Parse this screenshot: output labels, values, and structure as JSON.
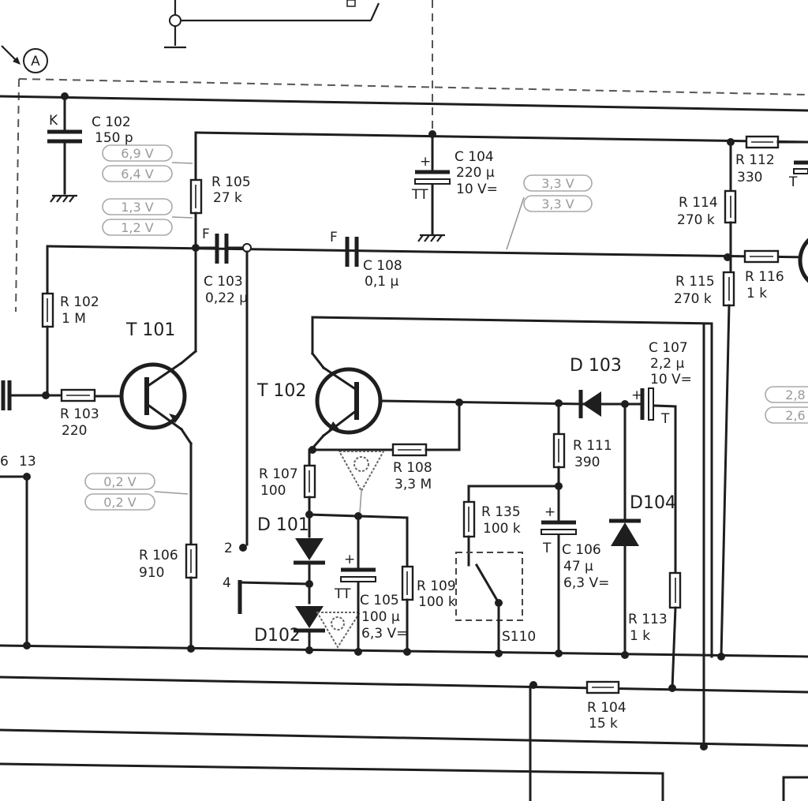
{
  "diagram": {
    "marker": "A",
    "components": {
      "C102": {
        "name": "C 102",
        "value": "150 p",
        "tag": "K"
      },
      "C103": {
        "name": "C 103",
        "value": "0,22 μ",
        "tag": "F"
      },
      "C104": {
        "name": "C 104",
        "value": "220 μ",
        "rating": "10 V=",
        "tag": "TT"
      },
      "C105": {
        "name": "C 105",
        "value": "100 μ",
        "rating": "6,3 V=",
        "tag": "TT"
      },
      "C106": {
        "name": "C 106",
        "value": "47 μ",
        "rating": "6,3 V=",
        "tag": "T"
      },
      "C107": {
        "name": "C 107",
        "value": "2,2 μ",
        "rating": "10 V=",
        "tag": "T"
      },
      "C108": {
        "name": "C 108",
        "value": "0,1 μ",
        "tag": "F"
      },
      "R102": {
        "name": "R 102",
        "value": "1 M"
      },
      "R103": {
        "name": "R 103",
        "value": "220"
      },
      "R104": {
        "name": "R 104",
        "value": "15 k"
      },
      "R105": {
        "name": "R 105",
        "value": "27 k"
      },
      "R106": {
        "name": "R 106",
        "value": "910"
      },
      "R107": {
        "name": "R 107",
        "value": "100"
      },
      "R108": {
        "name": "R 108",
        "value": "3,3 M"
      },
      "R109": {
        "name": "R 109",
        "value": "100 k"
      },
      "R111": {
        "name": "R 111",
        "value": "390"
      },
      "R112": {
        "name": "R 112",
        "value": "330"
      },
      "R113": {
        "name": "R 113",
        "value": "1 k"
      },
      "R114": {
        "name": "R 114",
        "value": "270 k"
      },
      "R115": {
        "name": "R 115",
        "value": "270 k"
      },
      "R116": {
        "name": "R 116",
        "value": "1 k"
      },
      "R135": {
        "name": "R 135",
        "value": "100 k"
      },
      "T101": {
        "name": "T 101"
      },
      "T102": {
        "name": "T 102"
      },
      "D101": {
        "name": "D 101"
      },
      "D102": {
        "name": "D102"
      },
      "D103": {
        "name": "D 103"
      },
      "D104": {
        "name": "D104"
      },
      "S110": {
        "name": "S110"
      }
    },
    "voltages": {
      "t101_collector": [
        "6,9 V",
        "6,4 V"
      ],
      "t101_base": [
        "1,3 V",
        "1,2 V"
      ],
      "t101_emitter": [
        "0,2 V",
        "0,2 V"
      ],
      "line_right": [
        "3,3 V",
        "3,3 V"
      ],
      "edge_right": [
        "2,8",
        "2,6"
      ]
    },
    "terminals": {
      "t2": "2",
      "t4": "4",
      "t13": "13",
      "t6": "6"
    }
  }
}
